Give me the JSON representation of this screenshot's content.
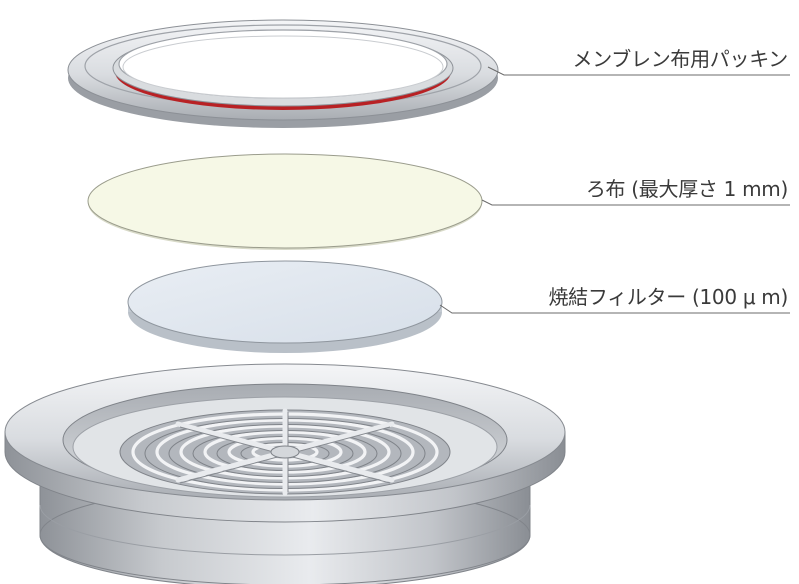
{
  "labels": {
    "gasket": "メンブレン布用パッキン",
    "filter_cloth": "ろ布 (最大厚さ 1 mm)",
    "sintered_filter": "焼結フィルター (100 μ m)"
  },
  "colors": {
    "metal_light": "#eef0f2",
    "metal_mid": "#c9ccd0",
    "metal_dark": "#8f9399",
    "gasket_red": "#c8282a",
    "cloth": "#f6f8e6",
    "sintered": "#e2e9f1",
    "line": "#6b6b6b"
  }
}
